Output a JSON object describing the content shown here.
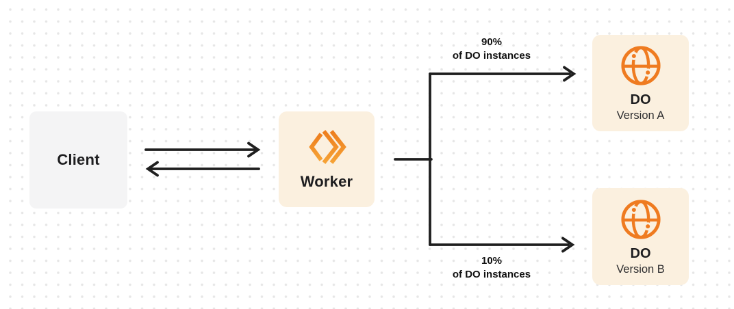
{
  "client": {
    "label": "Client"
  },
  "worker": {
    "label": "Worker"
  },
  "do_version_a": {
    "title": "DO",
    "subtitle": "Version A"
  },
  "do_version_b": {
    "title": "DO",
    "subtitle": "Version B"
  },
  "branch_top": {
    "percent": "90%",
    "caption": "of DO instances"
  },
  "branch_bottom": {
    "percent": "10%",
    "caption": "of DO instances"
  },
  "icons": {
    "worker_logo": "workers-chevrons-icon",
    "do_logo": "durable-object-globe-icon"
  },
  "colors": {
    "brand_orange": "#f18120",
    "cream_box": "#fbf0df",
    "client_box": "#f4f4f5",
    "line": "#1f1f1f",
    "text": "#1d1d1f",
    "dot_grid": "#e6e6e6"
  }
}
